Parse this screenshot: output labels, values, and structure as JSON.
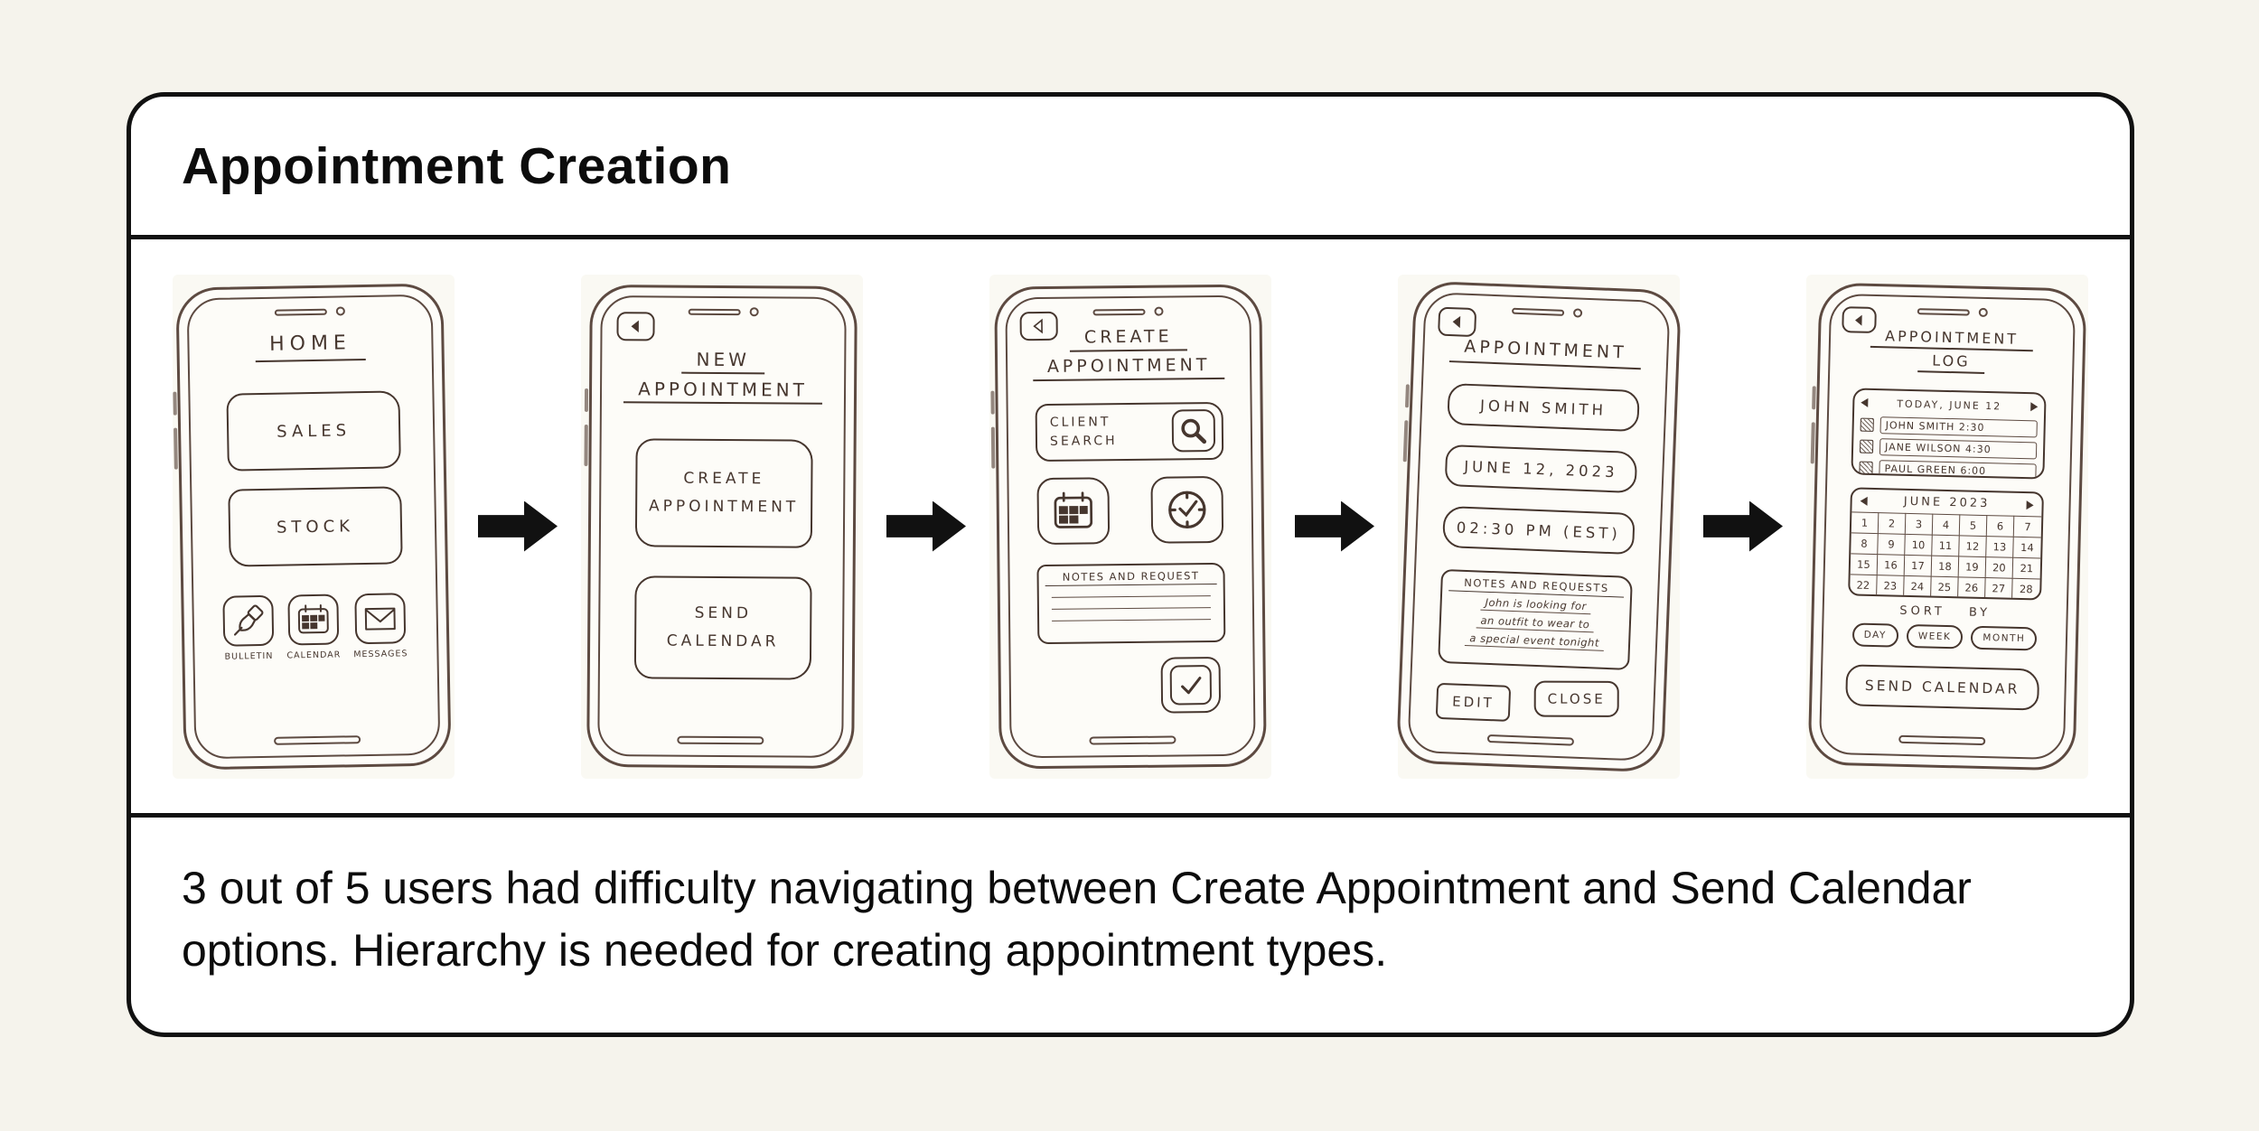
{
  "document": {
    "title": "Appointment Creation",
    "note": "3 out of 5 users had difficulty navigating between Create Appointment and Send Calendar options. Hierarchy is needed for creating appointment types."
  },
  "colors": {
    "page_background": "#f5f3ec",
    "card_background": "#ffffff",
    "card_border": "#111111",
    "sketch_ink": "#46362e",
    "arrow_fill": "#111111"
  },
  "icons": [
    "pushpin-icon",
    "calendar-icon",
    "envelope-icon",
    "back-arrow-icon",
    "magnifier-icon",
    "clock-icon",
    "checkmark-icon",
    "prev-triangle-icon",
    "next-triangle-icon"
  ],
  "phones": [
    {
      "screen_name": "home",
      "title": "HOME",
      "buttons": [
        "SALES",
        "STOCK"
      ],
      "dock": [
        {
          "icon": "pushpin-icon",
          "label": "BULLETIN"
        },
        {
          "icon": "calendar-icon",
          "label": "CALENDAR"
        },
        {
          "icon": "envelope-icon",
          "label": "MESSAGES"
        }
      ]
    },
    {
      "screen_name": "new-appointment",
      "title_lines": [
        "NEW",
        "APPOINTMENT"
      ],
      "buttons": [
        "CREATE APPOINTMENT",
        "SEND CALENDAR"
      ]
    },
    {
      "screen_name": "create-appointment",
      "title_lines": [
        "CREATE",
        "APPOINTMENT"
      ],
      "client_search_label": "CLIENT SEARCH",
      "notes_header": "NOTES AND REQUEST"
    },
    {
      "screen_name": "appointment-details",
      "title": "APPOINTMENT",
      "fields": [
        "JOHN SMITH",
        "JUNE 12, 2023",
        "02:30 PM (EST)"
      ],
      "notes_header": "NOTES AND REQUESTS",
      "notes_lines": [
        "John is looking for",
        "an outfit to wear to",
        "a special event tonight"
      ],
      "buttons": [
        "EDIT",
        "CLOSE"
      ]
    },
    {
      "screen_name": "appointment-log",
      "title_lines": [
        "APPOINTMENT",
        "LOG"
      ],
      "today_panel": {
        "header": "TODAY, JUNE 12",
        "items": [
          "JOHN SMITH 2:30",
          "JANE WILSON 4:30",
          "PAUL GREEN 6:00"
        ]
      },
      "calendar": {
        "header": "JUNE 2023",
        "days": [
          "1",
          "2",
          "3",
          "4",
          "5",
          "6",
          "7",
          "8",
          "9",
          "10",
          "11",
          "12",
          "13",
          "14",
          "15",
          "16",
          "17",
          "18",
          "19",
          "20",
          "21",
          "22",
          "23",
          "24",
          "25",
          "26",
          "27",
          "28"
        ]
      },
      "sort_label": "SORT BY",
      "sort_options": [
        "DAY",
        "WEEK",
        "MONTH"
      ],
      "send_button": "SEND CALENDAR"
    }
  ]
}
